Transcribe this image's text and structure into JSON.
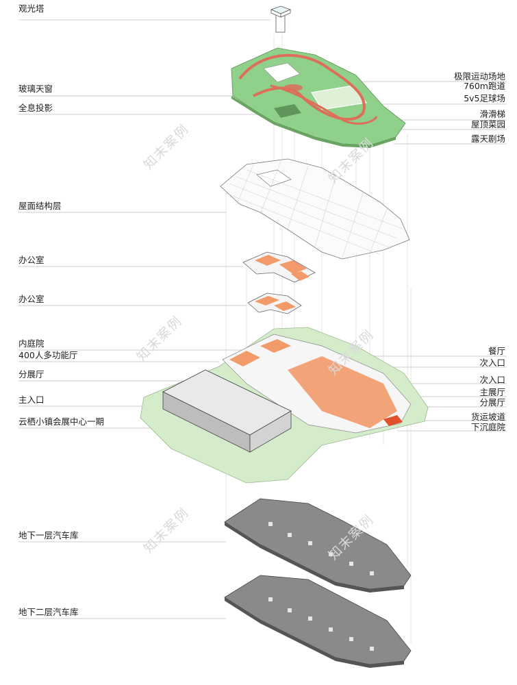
{
  "left_labels": {
    "observation_tower": "观光塔",
    "glass_skylight": "玻璃天窗",
    "hologram": "全息投影",
    "roof_structure": "屋面结构层",
    "office_upper": "办公室",
    "office_lower": "办公室",
    "inner_courtyard": "内庭院",
    "multi_hall": "400人多功能厅",
    "sub_hall_left": "分展厅",
    "main_entrance": "主入口",
    "phase_one": "云栖小镇会展中心一期",
    "b1_garage": "地下一层汽车库",
    "b2_garage": "地下二层汽车库"
  },
  "right_labels": {
    "extreme_sports_1": "极限运动场地",
    "extreme_sports_2": "760m跑道",
    "football": "5v5足球场",
    "slide": "滑滑梯",
    "roof_garden": "屋顶菜园",
    "open_theater": "露天剧场",
    "restaurant": "餐厅",
    "secondary_entrance_1": "次入口",
    "secondary_entrance_2": "次入口",
    "main_hall": "主展厅",
    "sub_hall_right": "分展厅",
    "freight_ramp": "货运坡道",
    "sunken_courtyard": "下沉庭院"
  },
  "watermark": "知末案例",
  "colors": {
    "roof_green": "#8fd08a",
    "track_red": "#dd6f5a",
    "orange_space": "#f29a6a",
    "ground_green": "#d4ecc9",
    "garage_gray": "#8a8a8a",
    "leader_line": "#b8b8b8"
  }
}
